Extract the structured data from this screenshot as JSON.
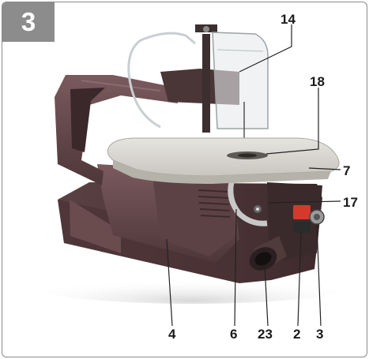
{
  "figure": {
    "number": "3",
    "callouts": {
      "c14": "14",
      "c18": "18",
      "c7": "7",
      "c17": "17",
      "c4": "4",
      "c6": "6",
      "c23": "23",
      "c2": "2",
      "c3": "3"
    }
  },
  "colors": {
    "badge": "#8c8c8c",
    "body": "#6b4d50",
    "table": "#d9d7d2",
    "blade_guard": "#dfe3e4",
    "leader_lines": "#222222"
  }
}
